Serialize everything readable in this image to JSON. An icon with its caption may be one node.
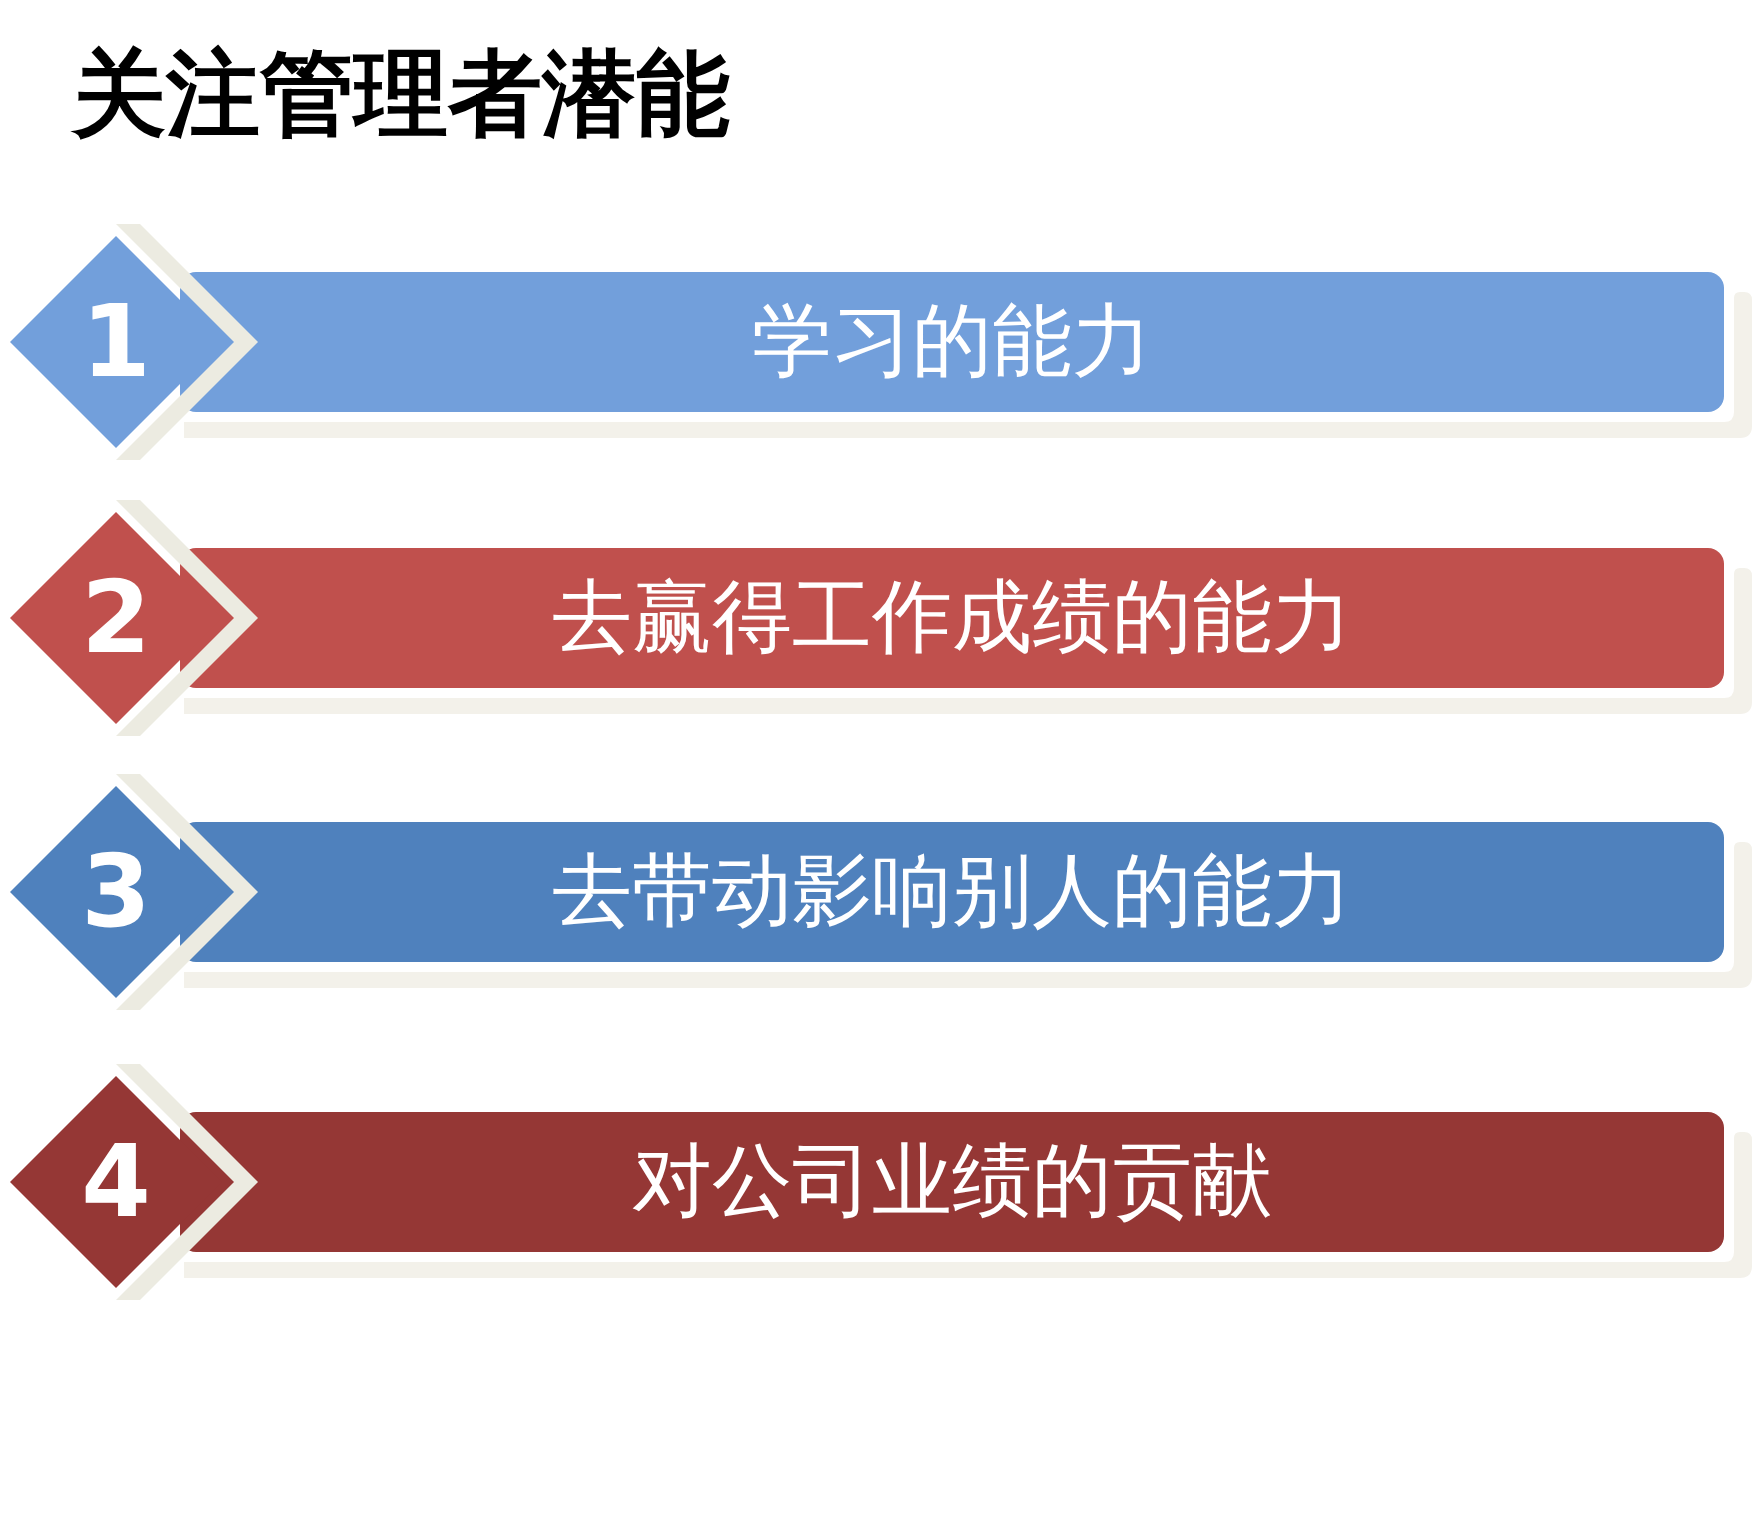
{
  "diagram": {
    "title": "关注管理者潜能",
    "nodes": [
      {
        "text": [
          "1"
        ]
      },
      {
        "text": [
          "学习的能力"
        ]
      },
      {
        "text": [
          "2"
        ]
      },
      {
        "text": [
          "去赢得工作成绩的能力"
        ]
      },
      {
        "text": [
          "3"
        ]
      },
      {
        "text": [
          "去带动影响别人的能力"
        ]
      },
      {
        "text": [
          "4"
        ]
      },
      {
        "text": [
          "对公司业绩的贡献"
        ]
      }
    ]
  }
}
